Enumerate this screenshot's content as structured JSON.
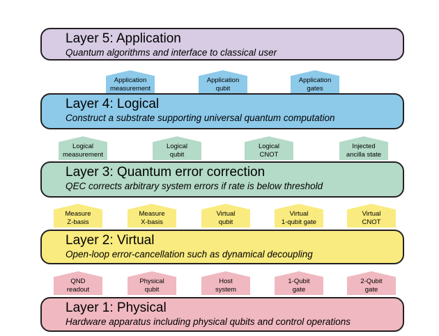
{
  "colors": {
    "layer5": "#d8cce4",
    "layer4": "#8dc9e9",
    "layer3": "#b4dac8",
    "layer2": "#f9eb7f",
    "layer1": "#f0b8c0",
    "pent_app": "#8dc9e9",
    "pent_logical": "#b4dac8",
    "pent_virtual": "#f9eb7f",
    "pent_physical": "#f0b8c0",
    "border": "#231f20"
  },
  "layers": {
    "l5": {
      "title": "Layer 5: Application",
      "desc": "Quantum algorithms and interface to classical user"
    },
    "l4": {
      "title": "Layer 4: Logical",
      "desc": "Construct a substrate supporting universal quantum computation"
    },
    "l3": {
      "title": "Layer 3: Quantum error correction",
      "desc": "QEC corrects arbitrary system errors if rate is below threshold"
    },
    "l2": {
      "title": "Layer 2: Virtual",
      "desc": "Open-loop error-cancellation such as dynamical decoupling"
    },
    "l1": {
      "title": "Layer 1: Physical",
      "desc": "Hardware apparatus including physical qubits and control operations"
    }
  },
  "interfaces": {
    "app": [
      "Application\nmeasurement",
      "Application\nqubit",
      "Application\ngates"
    ],
    "logical": [
      "Logical\nmeasurement",
      "Logical\nqubit",
      "Logical\nCNOT",
      "Injected\nancilla state"
    ],
    "virtual": [
      "Measure\nZ-basis",
      "Measure\nX-basis",
      "Virtual\nqubit",
      "Virtual\n1-qubit gate",
      "Virtual\nCNOT"
    ],
    "physical": [
      "QND\nreadout",
      "Physical\nqubit",
      "Host\nsystem",
      "1-Qubit\ngate",
      "2-Qubit\ngate"
    ]
  }
}
